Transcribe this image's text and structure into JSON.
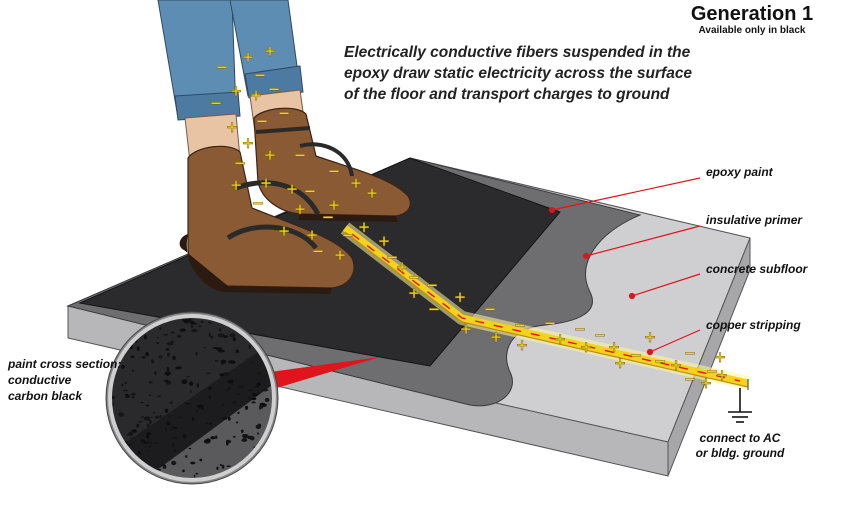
{
  "header": {
    "title": "Generation 1",
    "subtitle": "Available only in black"
  },
  "caption": {
    "lines": [
      "Electrically conductive fibers suspended in the",
      "epoxy draw static electricity across the surface",
      "of the floor and transport charges to ground"
    ]
  },
  "labels": {
    "epoxy": "epoxy paint",
    "primer": "insulative primer",
    "concrete": "concrete subfloor",
    "copper": "copper stripping",
    "ground": [
      "connect to AC",
      "or bldg. ground"
    ],
    "cross_section": [
      "paint cross section:",
      "conductive",
      "carbon black"
    ]
  },
  "charge_symbols": {
    "positive": "+",
    "negative": "−"
  },
  "colors": {
    "epoxy": "#2b2b2d",
    "primer": "#6e6e70",
    "concrete": "#cfcfd1",
    "concrete_side": "#b7b7b9",
    "copper": "#f6d21c",
    "leader": "#e0141c",
    "charge": "#f2d21a",
    "boot": "#8a5a34",
    "jeans": "#5e8db4"
  }
}
